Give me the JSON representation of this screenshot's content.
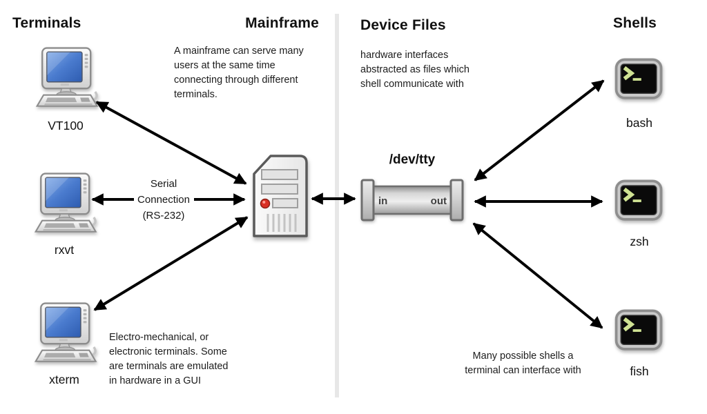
{
  "headers": {
    "terminals": "Terminals",
    "mainframe": "Mainframe",
    "device_files": "Device Files",
    "shells": "Shells"
  },
  "notes": {
    "mainframe": "A mainframe can serve many\nusers at the same time\nconnecting through different\nterminals.",
    "device_files": "hardware interfaces\nabstracted as files which\nshell communicate with",
    "terminals": "Electro-mechanical, or\nelectronic terminals. Some\nare terminals are emulated\nin hardware in a GUI",
    "shells": "Many possible shells a\nterminal can interface with"
  },
  "serial_connection": {
    "label": "Serial\nConnection\n(RS-232)"
  },
  "terminals": [
    {
      "label": "VT100"
    },
    {
      "label": "rxvt"
    },
    {
      "label": "xterm"
    }
  ],
  "shells": [
    {
      "label": "bash"
    },
    {
      "label": "zsh"
    },
    {
      "label": "fish"
    }
  ],
  "device_file": {
    "path": "/dev/tty",
    "port_in": "in",
    "port_out": "out"
  },
  "colors": {
    "screen_blue": "#3c6fc2",
    "terminal_prompt_green": "#cfe293",
    "led_red": "#d93025",
    "arrow_black": "#000000",
    "divider_gray": "#e7e7e7"
  }
}
